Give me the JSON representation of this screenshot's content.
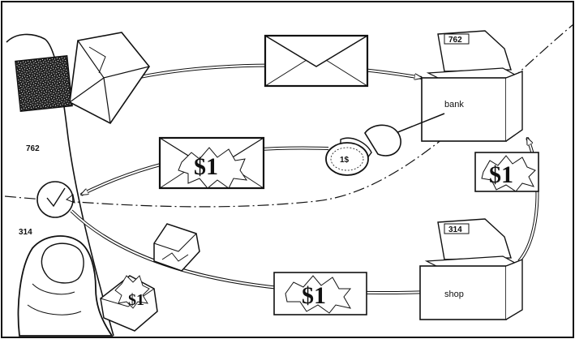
{
  "labels": {
    "serial_top": "762",
    "serial_bottom": "314",
    "bank_tab": "762",
    "shop_tab": "314",
    "bank": "bank",
    "shop": "shop",
    "note_top": "$1",
    "note_right": "$1",
    "note_bottom": "$1",
    "note_torn": "$1",
    "stamp": "1$"
  },
  "colors": {
    "ink": "#111111",
    "paper": "#ffffff"
  },
  "icons": [
    "clock-icon",
    "thumb-icon",
    "envelope-icon",
    "stamp-icon",
    "folder-icon"
  ]
}
